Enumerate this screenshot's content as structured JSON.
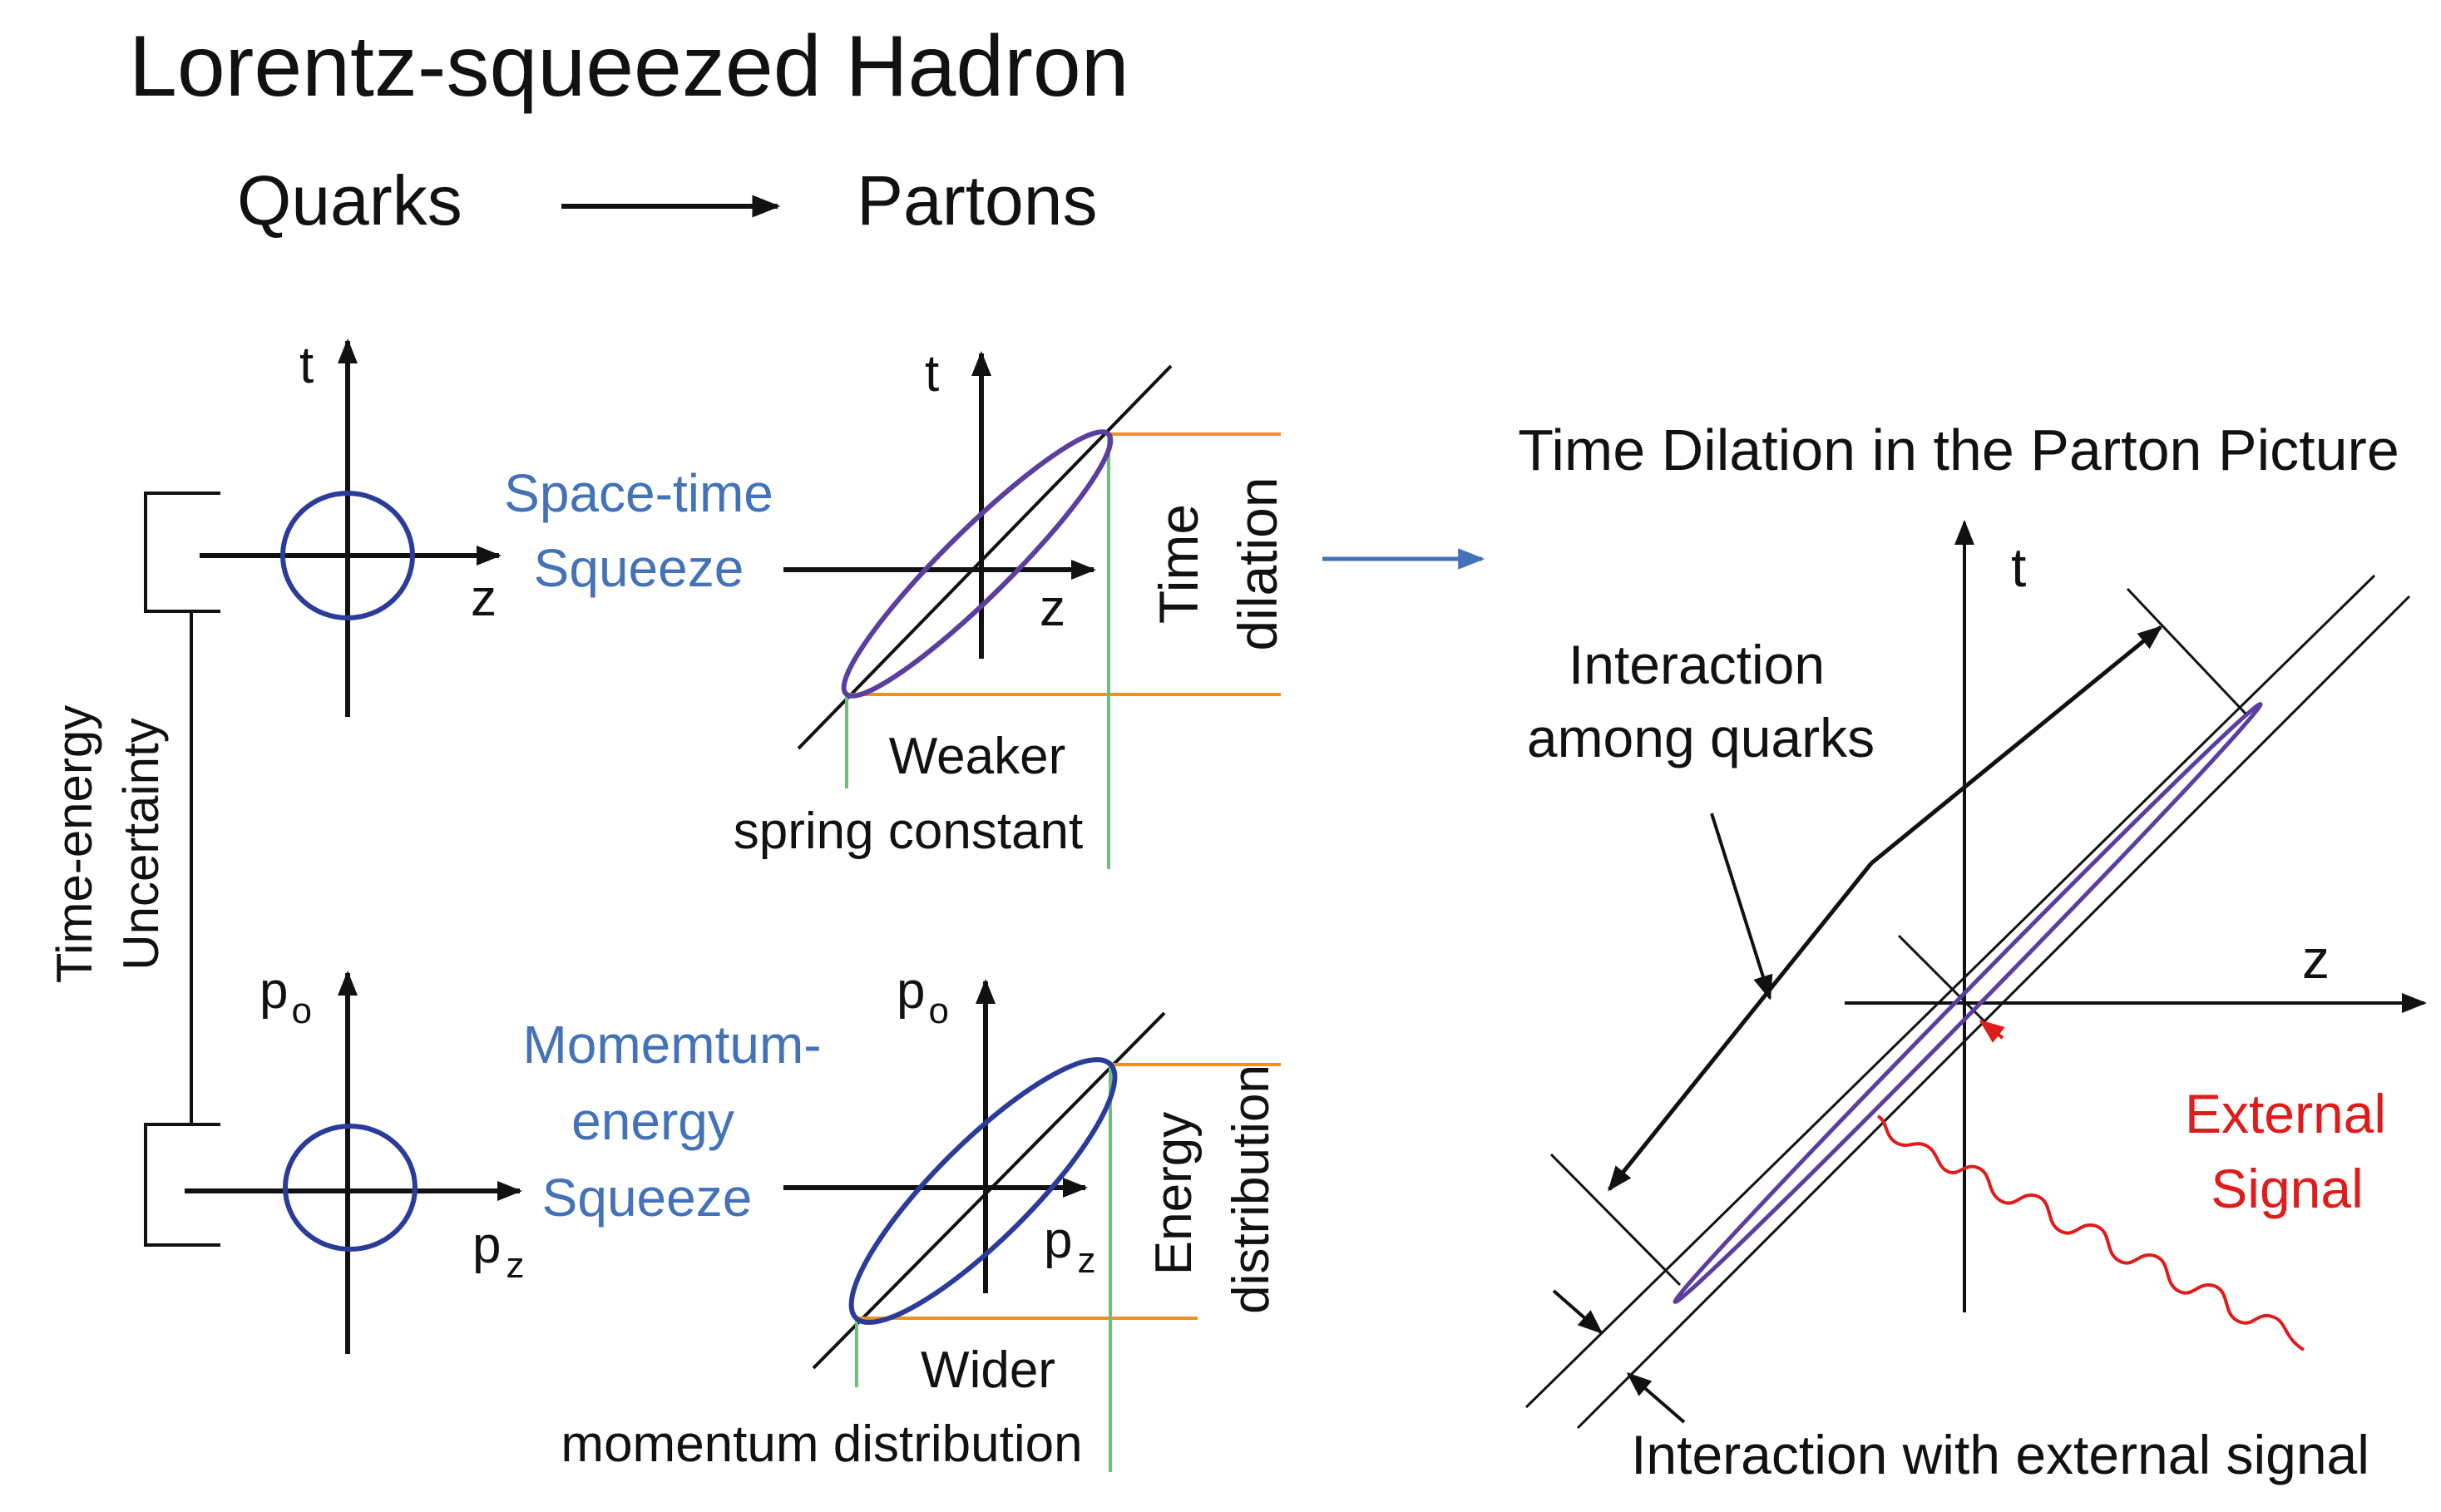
{
  "title": "Lorentz-squeezed Hadron",
  "header": {
    "left": "Quarks",
    "right": "Partons"
  },
  "colors": {
    "ink": "#111111",
    "label_blue": "#4472b8",
    "ellipse_circle": "#2b3b99",
    "ellipse_squeezed": "#5a3fa0",
    "orange_guides": "#f0901e",
    "green_guides": "#6cc07a",
    "external_red": "#e01b1b"
  },
  "left": {
    "uncertainty_line1": "Time-energy",
    "uncertainty_line2": "Uncertainty",
    "top": {
      "axis_t": "t",
      "axis_z": "z",
      "squeeze_line1": "Space-time",
      "squeeze_line2": "Squeeze",
      "rot_line1": "Time",
      "rot_line2": "dilation",
      "caption_line1": "Weaker",
      "caption_line2": "spring constant"
    },
    "bottom": {
      "axis_p0": "p",
      "axis_p0_sub": "o",
      "axis_pz": "p",
      "axis_pz_sub": "z",
      "squeeze_line1": "Momemtum-",
      "squeeze_line2": "energy",
      "squeeze_line3": "Squeeze",
      "rot_line1": "Energy",
      "rot_line2": "distribution",
      "caption_line1": "Wider",
      "caption_line2": "momentum distribution"
    }
  },
  "right": {
    "title": "Time Dilation in the Parton Picture",
    "axis_t": "t",
    "axis_z": "z",
    "interaction_line1": "Interaction",
    "interaction_line2": "among quarks",
    "external_line1": "External",
    "external_line2": "Signal",
    "bottom_label": "Interaction with external signal"
  }
}
